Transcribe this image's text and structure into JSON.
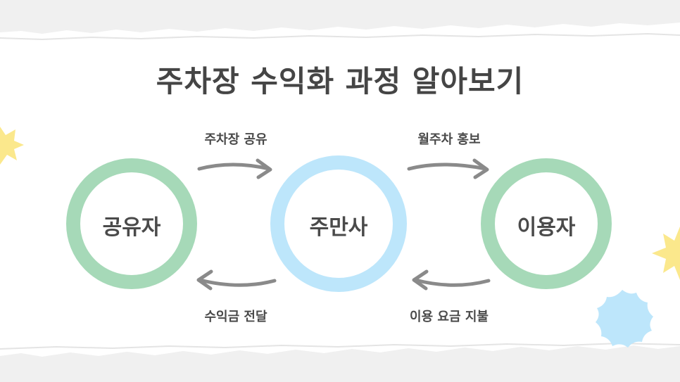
{
  "title": "주차장 수익화 과정 알아보기",
  "nodes": {
    "sharer": "공유자",
    "jumansa": "주만사",
    "user": "이용자"
  },
  "flows": {
    "share_parking": "주차장 공유",
    "promote_monthly": "월주차 홍보",
    "deliver_revenue": "수익금 전달",
    "pay_usage_fee": "이용 요금 지불"
  },
  "colors": {
    "green_ring": "#a6d9b8",
    "blue_ring": "#bde6fb",
    "arrow": "#8a8a8a",
    "star": "#fbe88c",
    "blob": "#bde6fb",
    "text": "#454545"
  }
}
